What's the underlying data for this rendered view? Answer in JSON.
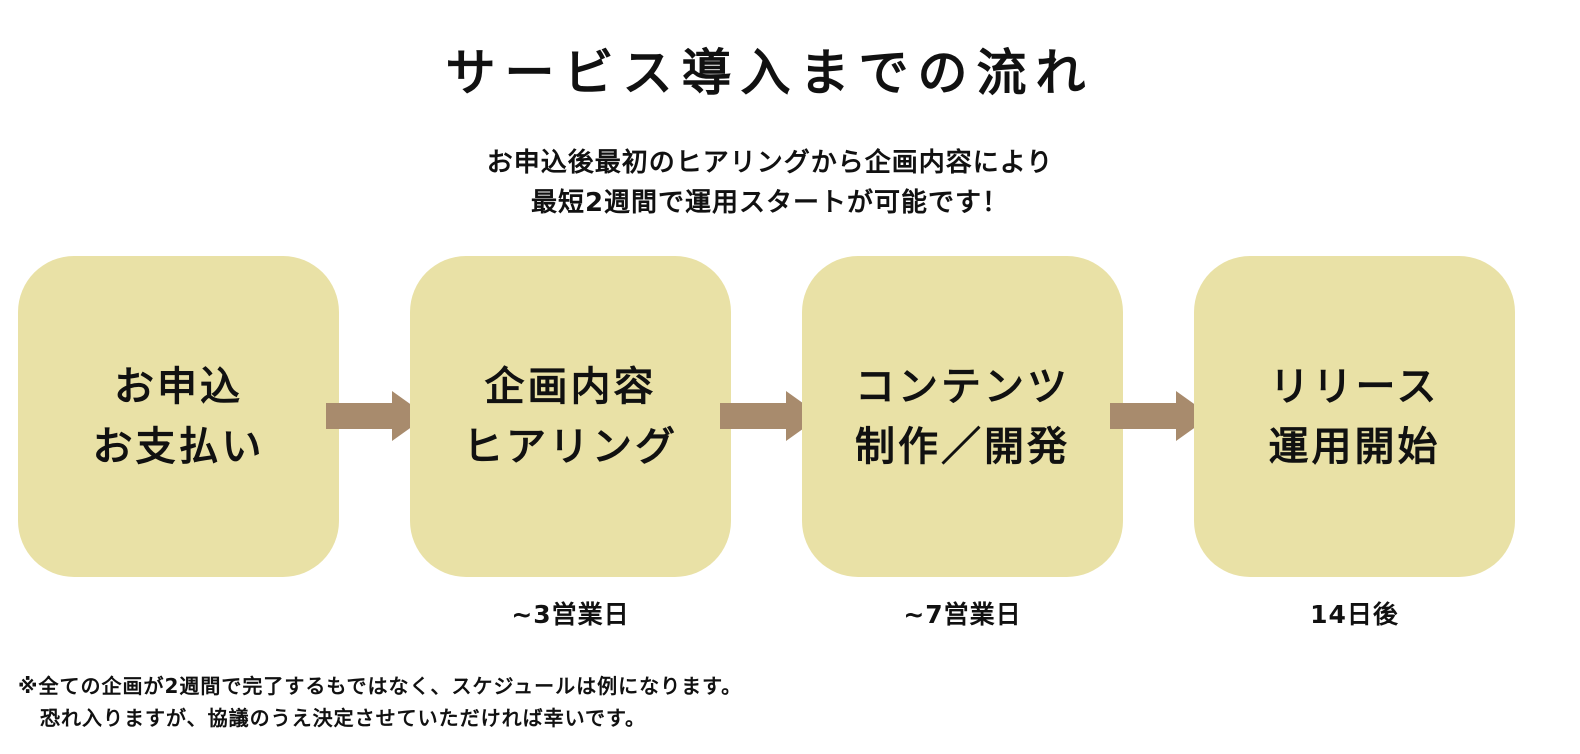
{
  "title": "サービス導入までの流れ",
  "subtitle": {
    "line1": "お申込後最初のヒアリングから企画内容により",
    "line2": "最短2週間で運用スタートが可能です！"
  },
  "steps": [
    {
      "line1": "お申込",
      "line2": "お支払い",
      "duration": ""
    },
    {
      "line1": "企画内容",
      "line2": "ヒアリング",
      "duration": "~3営業日"
    },
    {
      "line1": "コンテンツ",
      "line2": "制作／開発",
      "duration": "~7営業日"
    },
    {
      "line1": "リリース",
      "line2": "運用開始",
      "duration": "14日後"
    }
  ],
  "note": {
    "line1": "※全ての企画が2週間で完了するもではなく、スケジュールは例になります。",
    "line2": "恐れ入りますが、協議のうえ決定させていただければ幸いです。"
  },
  "colors": {
    "box": "#e9e1a6",
    "arrow": "#a88b6d",
    "text": "#111111"
  }
}
